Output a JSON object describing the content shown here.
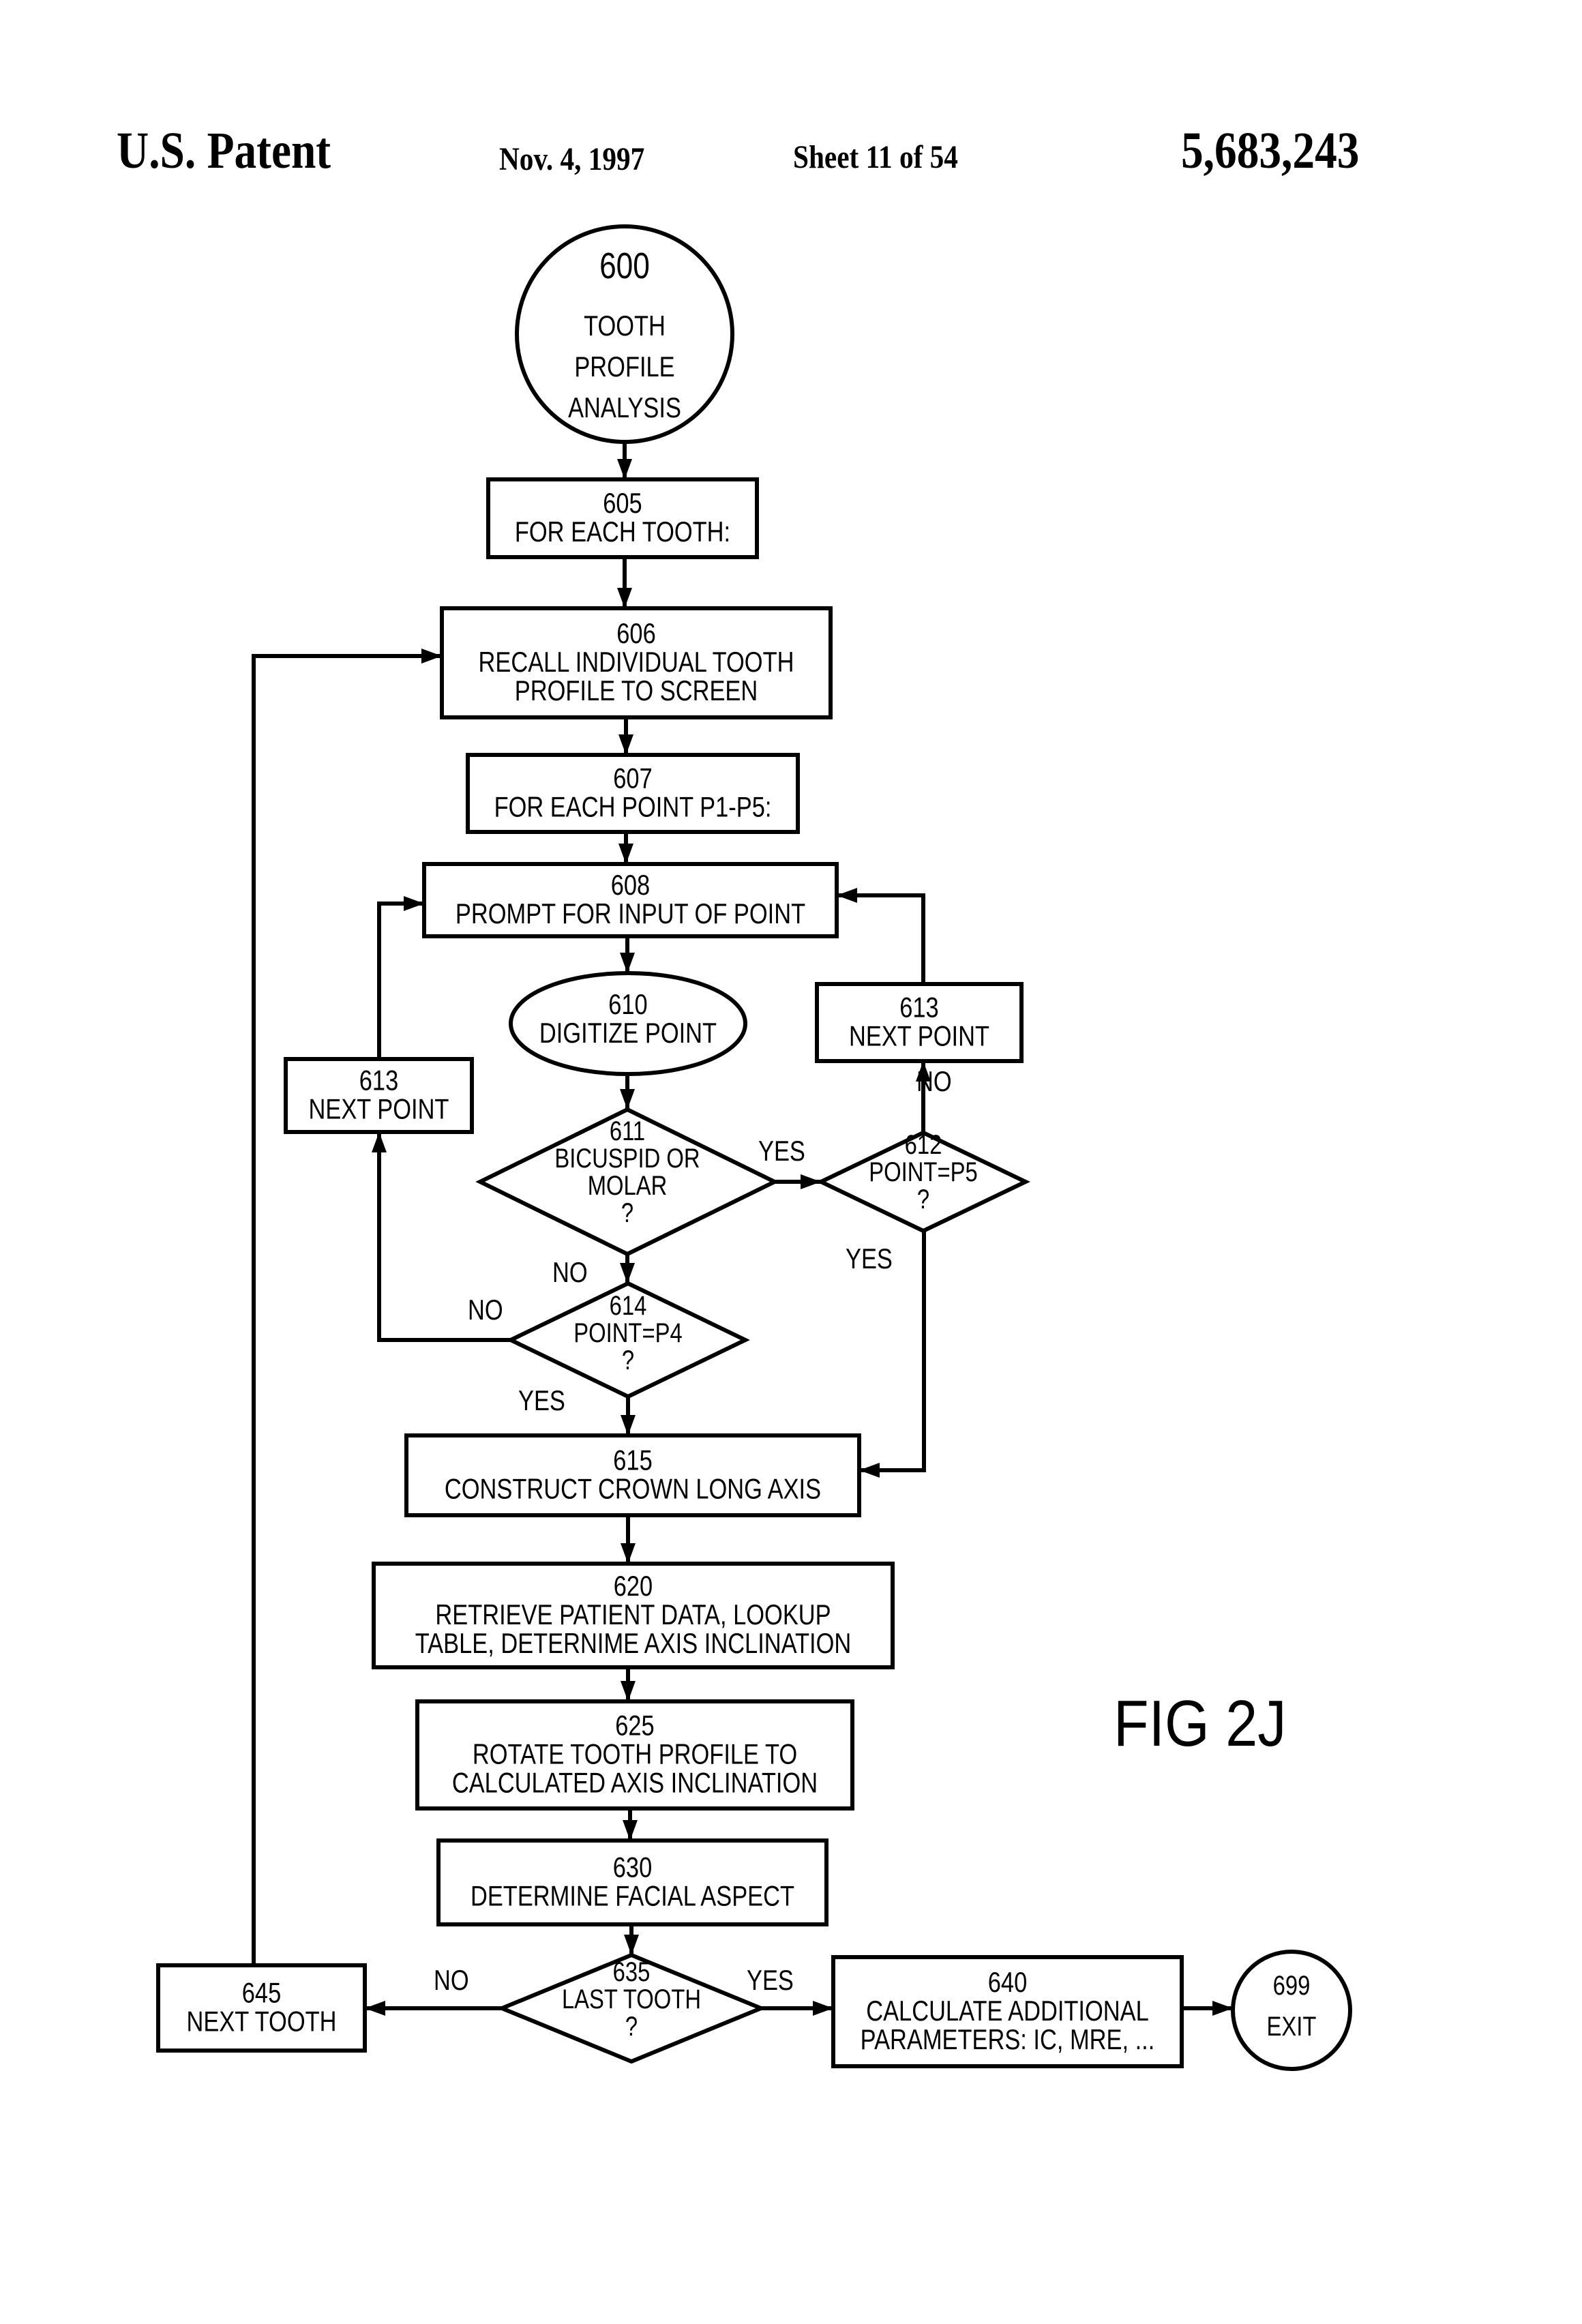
{
  "header": {
    "title": "U.S. Patent",
    "date": "Nov. 4, 1997",
    "sheet": "Sheet 11 of 54",
    "patent_number": "5,683,243"
  },
  "figure_label": "FIG 2J",
  "nodes": {
    "n600": {
      "id": "600",
      "lines": [
        "TOOTH",
        "PROFILE",
        "ANALYSIS"
      ],
      "shape": "circle"
    },
    "n605": {
      "id": "605",
      "lines": [
        "FOR EACH TOOTH:"
      ],
      "shape": "box"
    },
    "n606": {
      "id": "606",
      "lines": [
        "RECALL INDIVIDUAL TOOTH",
        "PROFILE TO SCREEN"
      ],
      "shape": "box"
    },
    "n607": {
      "id": "607",
      "lines": [
        "FOR EACH POINT P1-P5:"
      ],
      "shape": "box"
    },
    "n608": {
      "id": "608",
      "lines": [
        "PROMPT FOR INPUT OF POINT"
      ],
      "shape": "box"
    },
    "n610": {
      "id": "610",
      "lines": [
        "DIGITIZE POINT"
      ],
      "shape": "ellipse"
    },
    "n611": {
      "id": "611",
      "lines": [
        "BICUSPID OR",
        "MOLAR",
        "?"
      ],
      "shape": "diamond"
    },
    "n612": {
      "id": "612",
      "lines": [
        "POINT=P5",
        "?"
      ],
      "shape": "diamond"
    },
    "n613a": {
      "id": "613",
      "lines": [
        "NEXT POINT"
      ],
      "shape": "box"
    },
    "n613b": {
      "id": "613",
      "lines": [
        "NEXT POINT"
      ],
      "shape": "box"
    },
    "n614": {
      "id": "614",
      "lines": [
        "POINT=P4",
        "?"
      ],
      "shape": "diamond"
    },
    "n615": {
      "id": "615",
      "lines": [
        "CONSTRUCT CROWN LONG AXIS"
      ],
      "shape": "box"
    },
    "n620": {
      "id": "620",
      "lines": [
        "RETRIEVE PATIENT DATA, LOOKUP",
        "TABLE, DETERNIME AXIS INCLINATION"
      ],
      "shape": "box"
    },
    "n625": {
      "id": "625",
      "lines": [
        "ROTATE TOOTH PROFILE TO",
        "CALCULATED AXIS INCLINATION"
      ],
      "shape": "box"
    },
    "n630": {
      "id": "630",
      "lines": [
        "DETERMINE FACIAL ASPECT"
      ],
      "shape": "box"
    },
    "n635": {
      "id": "635",
      "lines": [
        "LAST TOOTH",
        "?"
      ],
      "shape": "diamond"
    },
    "n640": {
      "id": "640",
      "lines": [
        "CALCULATE ADDITIONAL",
        "PARAMETERS:  IC, MRE, ..."
      ],
      "shape": "box"
    },
    "n645": {
      "id": "645",
      "lines": [
        "NEXT TOOTH"
      ],
      "shape": "box"
    },
    "n699": {
      "id": "699",
      "lines": [
        "EXIT"
      ],
      "shape": "circle"
    }
  },
  "edge_labels": {
    "e611_yes": "YES",
    "e611_no": "NO",
    "e612_no": "NO",
    "e612_yes": "YES",
    "e614_no": "NO",
    "e614_yes": "YES",
    "e635_no": "NO",
    "e635_yes": "YES"
  }
}
